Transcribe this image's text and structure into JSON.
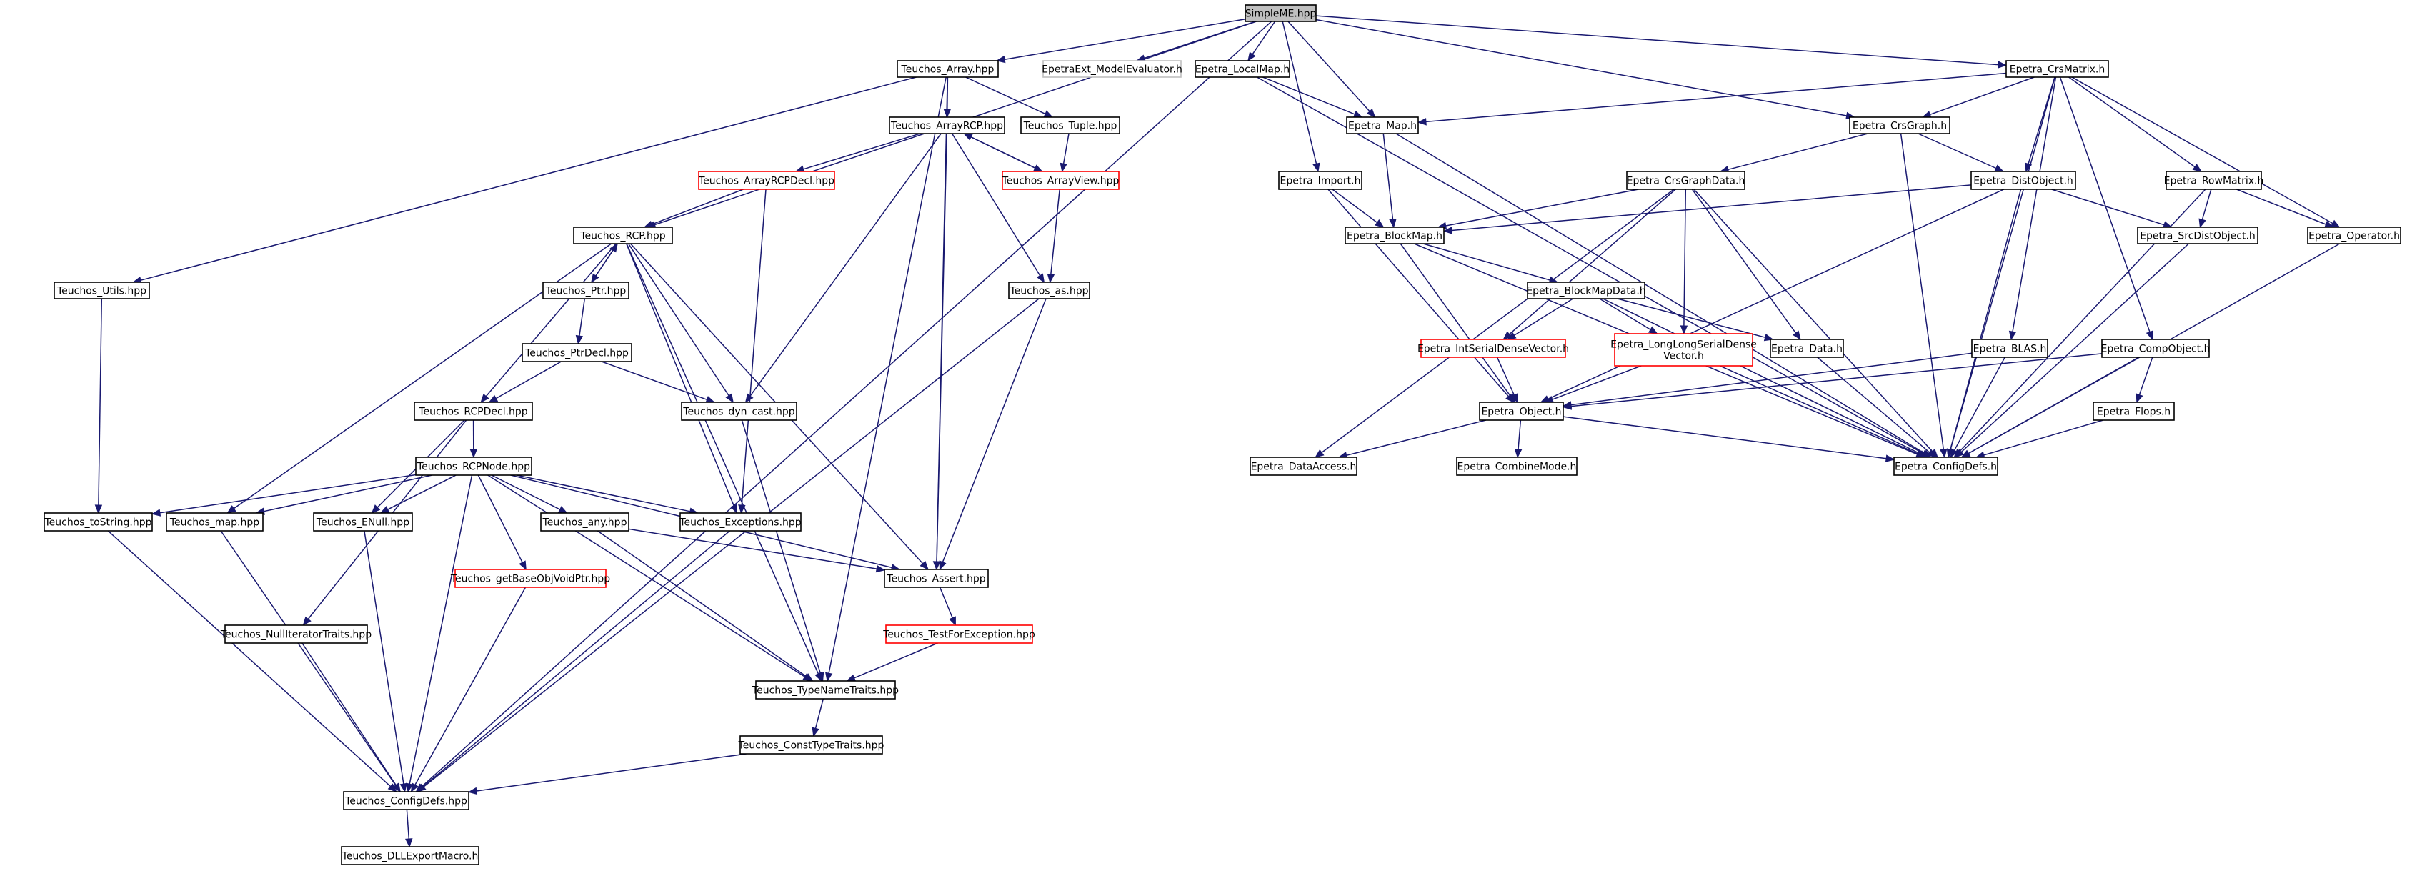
{
  "graph": {
    "nodes": [
      {
        "id": "simpleme",
        "label": "SimpleME.hpp",
        "style": "root"
      },
      {
        "id": "t_array",
        "label": "Teuchos_Array.hpp",
        "style": "normal"
      },
      {
        "id": "me_eval",
        "label": "EpetraExt_ModelEvaluator.h",
        "style": "gray"
      },
      {
        "id": "e_localmap",
        "label": "Epetra_LocalMap.h",
        "style": "normal"
      },
      {
        "id": "e_crsmatrix",
        "label": "Epetra_CrsMatrix.h",
        "style": "normal"
      },
      {
        "id": "t_arrayrcp",
        "label": "Teuchos_ArrayRCP.hpp",
        "style": "normal"
      },
      {
        "id": "t_tuple",
        "label": "Teuchos_Tuple.hpp",
        "style": "normal"
      },
      {
        "id": "e_map",
        "label": "Epetra_Map.h",
        "style": "normal"
      },
      {
        "id": "e_crsgraph",
        "label": "Epetra_CrsGraph.h",
        "style": "normal"
      },
      {
        "id": "t_arrayrcpdecl",
        "label": "Teuchos_ArrayRCPDecl.hpp",
        "style": "red"
      },
      {
        "id": "t_arrayview",
        "label": "Teuchos_ArrayView.hpp",
        "style": "red"
      },
      {
        "id": "e_import",
        "label": "Epetra_Import.h",
        "style": "normal"
      },
      {
        "id": "e_crsgraphdata",
        "label": "Epetra_CrsGraphData.h",
        "style": "normal"
      },
      {
        "id": "e_distobject",
        "label": "Epetra_DistObject.h",
        "style": "normal"
      },
      {
        "id": "e_rowmatrix",
        "label": "Epetra_RowMatrix.h",
        "style": "normal"
      },
      {
        "id": "t_rcp",
        "label": "Teuchos_RCP.hpp",
        "style": "normal"
      },
      {
        "id": "e_blockmap",
        "label": "Epetra_BlockMap.h",
        "style": "normal"
      },
      {
        "id": "e_srcdistobject",
        "label": "Epetra_SrcDistObject.h",
        "style": "normal"
      },
      {
        "id": "e_operator",
        "label": "Epetra_Operator.h",
        "style": "normal"
      },
      {
        "id": "t_utils",
        "label": "Teuchos_Utils.hpp",
        "style": "normal"
      },
      {
        "id": "t_ptr",
        "label": "Teuchos_Ptr.hpp",
        "style": "normal"
      },
      {
        "id": "t_as",
        "label": "Teuchos_as.hpp",
        "style": "normal"
      },
      {
        "id": "e_blockmapdata",
        "label": "Epetra_BlockMapData.h",
        "style": "normal"
      },
      {
        "id": "t_ptrdecl",
        "label": "Teuchos_PtrDecl.hpp",
        "style": "normal"
      },
      {
        "id": "e_intserial",
        "label": "Epetra_IntSerialDenseVector.h",
        "style": "red"
      },
      {
        "id": "e_longlong",
        "label": [
          "Epetra_LongLongSerialDense",
          "Vector.h"
        ],
        "style": "red"
      },
      {
        "id": "e_data",
        "label": "Epetra_Data.h",
        "style": "normal"
      },
      {
        "id": "e_blas",
        "label": "Epetra_BLAS.h",
        "style": "normal"
      },
      {
        "id": "e_compobject",
        "label": "Epetra_CompObject.h",
        "style": "normal"
      },
      {
        "id": "t_rcpdecl",
        "label": "Teuchos_RCPDecl.hpp",
        "style": "normal"
      },
      {
        "id": "t_dyncast",
        "label": "Teuchos_dyn_cast.hpp",
        "style": "normal"
      },
      {
        "id": "e_object",
        "label": "Epetra_Object.h",
        "style": "normal"
      },
      {
        "id": "e_flops",
        "label": "Epetra_Flops.h",
        "style": "normal"
      },
      {
        "id": "t_rcpnode",
        "label": "Teuchos_RCPNode.hpp",
        "style": "normal"
      },
      {
        "id": "e_dataaccess",
        "label": "Epetra_DataAccess.h",
        "style": "normal"
      },
      {
        "id": "e_combinemode",
        "label": "Epetra_CombineMode.h",
        "style": "normal"
      },
      {
        "id": "e_configdefs",
        "label": "Epetra_ConfigDefs.h",
        "style": "normal"
      },
      {
        "id": "t_tostring",
        "label": "Teuchos_toString.hpp",
        "style": "normal"
      },
      {
        "id": "t_map",
        "label": "Teuchos_map.hpp",
        "style": "normal"
      },
      {
        "id": "t_enull",
        "label": "Teuchos_ENull.hpp",
        "style": "normal"
      },
      {
        "id": "t_any",
        "label": "Teuchos_any.hpp",
        "style": "normal"
      },
      {
        "id": "t_exceptions",
        "label": "Teuchos_Exceptions.hpp",
        "style": "normal"
      },
      {
        "id": "t_getbase",
        "label": "Teuchos_getBaseObjVoidPtr.hpp",
        "style": "red"
      },
      {
        "id": "t_assert",
        "label": "Teuchos_Assert.hpp",
        "style": "normal"
      },
      {
        "id": "t_testforexc",
        "label": "Teuchos_TestForException.hpp",
        "style": "red"
      },
      {
        "id": "t_nulliter",
        "label": "Teuchos_NullIteratorTraits.hpp",
        "style": "normal"
      },
      {
        "id": "t_typename",
        "label": "Teuchos_TypeNameTraits.hpp",
        "style": "normal"
      },
      {
        "id": "t_consttype",
        "label": "Teuchos_ConstTypeTraits.hpp",
        "style": "normal"
      },
      {
        "id": "t_configdefs",
        "label": "Teuchos_ConfigDefs.hpp",
        "style": "normal"
      },
      {
        "id": "t_dllexport",
        "label": "Teuchos_DLLExportMacro.h",
        "style": "normal"
      }
    ],
    "edges": [
      [
        "simpleme",
        "t_array"
      ],
      [
        "simpleme",
        "me_eval"
      ],
      [
        "simpleme",
        "e_localmap"
      ],
      [
        "simpleme",
        "e_crsmatrix"
      ],
      [
        "simpleme",
        "t_rcp"
      ],
      [
        "simpleme",
        "e_map"
      ],
      [
        "simpleme",
        "e_import"
      ],
      [
        "simpleme",
        "e_crsgraph"
      ],
      [
        "simpleme",
        "t_configdefs"
      ],
      [
        "t_array",
        "t_arrayrcp"
      ],
      [
        "t_array",
        "t_tuple"
      ],
      [
        "t_array",
        "t_utils"
      ],
      [
        "t_array",
        "t_assert"
      ],
      [
        "t_array",
        "t_typename"
      ],
      [
        "t_arrayrcp",
        "t_arrayrcpdecl"
      ],
      [
        "t_arrayrcp",
        "t_arrayview"
      ],
      [
        "t_arrayrcp",
        "t_as"
      ],
      [
        "t_arrayrcp",
        "t_dyncast"
      ],
      [
        "t_arrayrcp",
        "t_assert"
      ],
      [
        "t_arrayview",
        "t_arrayrcp"
      ],
      [
        "t_tuple",
        "t_arrayview"
      ],
      [
        "t_arrayview",
        "t_as"
      ],
      [
        "t_arrayrcpdecl",
        "t_rcp"
      ],
      [
        "t_arrayrcpdecl",
        "t_exceptions"
      ],
      [
        "t_rcp",
        "t_ptr"
      ],
      [
        "t_ptr",
        "t_rcp"
      ],
      [
        "t_rcp",
        "t_rcpdecl"
      ],
      [
        "t_rcp",
        "t_dyncast"
      ],
      [
        "t_rcp",
        "t_exceptions"
      ],
      [
        "t_rcp",
        "t_map"
      ],
      [
        "t_rcp",
        "t_assert"
      ],
      [
        "t_rcp",
        "t_typename"
      ],
      [
        "t_ptr",
        "t_ptrdecl"
      ],
      [
        "t_ptrdecl",
        "t_rcpdecl"
      ],
      [
        "t_ptrdecl",
        "t_dyncast"
      ],
      [
        "t_rcpdecl",
        "t_rcpnode"
      ],
      [
        "t_rcpdecl",
        "t_enull"
      ],
      [
        "t_rcpdecl",
        "t_nulliter"
      ],
      [
        "t_rcpnode",
        "t_tostring"
      ],
      [
        "t_rcpnode",
        "t_map"
      ],
      [
        "t_rcpnode",
        "t_enull"
      ],
      [
        "t_rcpnode",
        "t_any"
      ],
      [
        "t_rcpnode",
        "t_exceptions"
      ],
      [
        "t_rcpnode",
        "t_getbase"
      ],
      [
        "t_rcpnode",
        "t_assert"
      ],
      [
        "t_rcpnode",
        "t_typename"
      ],
      [
        "t_rcpnode",
        "t_configdefs"
      ],
      [
        "t_utils",
        "t_tostring"
      ],
      [
        "t_as",
        "t_assert"
      ],
      [
        "t_as",
        "t_configdefs"
      ],
      [
        "t_dyncast",
        "t_typename"
      ],
      [
        "t_any",
        "t_assert"
      ],
      [
        "t_any",
        "t_typename"
      ],
      [
        "t_assert",
        "t_testforexc"
      ],
      [
        "t_testforexc",
        "t_typename"
      ],
      [
        "t_typename",
        "t_consttype"
      ],
      [
        "t_consttype",
        "t_configdefs"
      ],
      [
        "t_tostring",
        "t_configdefs"
      ],
      [
        "t_map",
        "t_configdefs"
      ],
      [
        "t_enull",
        "t_configdefs"
      ],
      [
        "t_exceptions",
        "t_configdefs"
      ],
      [
        "t_getbase",
        "t_configdefs"
      ],
      [
        "t_nulliter",
        "t_configdefs"
      ],
      [
        "t_configdefs",
        "t_dllexport"
      ],
      [
        "e_localmap",
        "e_map"
      ],
      [
        "e_localmap",
        "e_configdefs"
      ],
      [
        "e_crsmatrix",
        "e_map"
      ],
      [
        "e_crsmatrix",
        "e_crsgraph"
      ],
      [
        "e_crsmatrix",
        "e_distobject"
      ],
      [
        "e_crsmatrix",
        "e_rowmatrix"
      ],
      [
        "e_crsmatrix",
        "e_operator"
      ],
      [
        "e_crsmatrix",
        "e_blas"
      ],
      [
        "e_crsmatrix",
        "e_compobject"
      ],
      [
        "e_crsmatrix",
        "e_configdefs"
      ],
      [
        "e_map",
        "e_blockmap"
      ],
      [
        "e_map",
        "e_configdefs"
      ],
      [
        "e_import",
        "e_blockmap"
      ],
      [
        "e_import",
        "e_object"
      ],
      [
        "e_crsgraph",
        "e_crsgraphdata"
      ],
      [
        "e_crsgraph",
        "e_distobject"
      ],
      [
        "e_crsgraph",
        "e_configdefs"
      ],
      [
        "e_crsgraphdata",
        "e_blockmap"
      ],
      [
        "e_crsgraphdata",
        "e_intserial"
      ],
      [
        "e_crsgraphdata",
        "e_longlong"
      ],
      [
        "e_crsgraphdata",
        "e_data"
      ],
      [
        "e_crsgraphdata",
        "e_dataaccess"
      ],
      [
        "e_crsgraphdata",
        "e_configdefs"
      ],
      [
        "e_distobject",
        "e_blockmap"
      ],
      [
        "e_distobject",
        "e_srcdistobject"
      ],
      [
        "e_distobject",
        "e_object"
      ],
      [
        "e_distobject",
        "e_configdefs"
      ],
      [
        "e_rowmatrix",
        "e_srcdistobject"
      ],
      [
        "e_rowmatrix",
        "e_operator"
      ],
      [
        "e_rowmatrix",
        "e_configdefs"
      ],
      [
        "e_blockmap",
        "e_blockmapdata"
      ],
      [
        "e_blockmap",
        "e_object"
      ],
      [
        "e_blockmap",
        "e_configdefs"
      ],
      [
        "e_srcdistobject",
        "e_configdefs"
      ],
      [
        "e_operator",
        "e_configdefs"
      ],
      [
        "e_blockmapdata",
        "e_intserial"
      ],
      [
        "e_blockmapdata",
        "e_longlong"
      ],
      [
        "e_blockmapdata",
        "e_data"
      ],
      [
        "e_blockmapdata",
        "e_configdefs"
      ],
      [
        "e_intserial",
        "e_object"
      ],
      [
        "e_longlong",
        "e_object"
      ],
      [
        "e_longlong",
        "e_configdefs"
      ],
      [
        "e_data",
        "e_configdefs"
      ],
      [
        "e_blas",
        "e_object"
      ],
      [
        "e_blas",
        "e_configdefs"
      ],
      [
        "e_compobject",
        "e_object"
      ],
      [
        "e_compobject",
        "e_flops"
      ],
      [
        "e_compobject",
        "e_configdefs"
      ],
      [
        "e_flops",
        "e_configdefs"
      ],
      [
        "e_object",
        "e_dataaccess"
      ],
      [
        "e_object",
        "e_combinemode"
      ],
      [
        "e_object",
        "e_configdefs"
      ]
    ]
  }
}
